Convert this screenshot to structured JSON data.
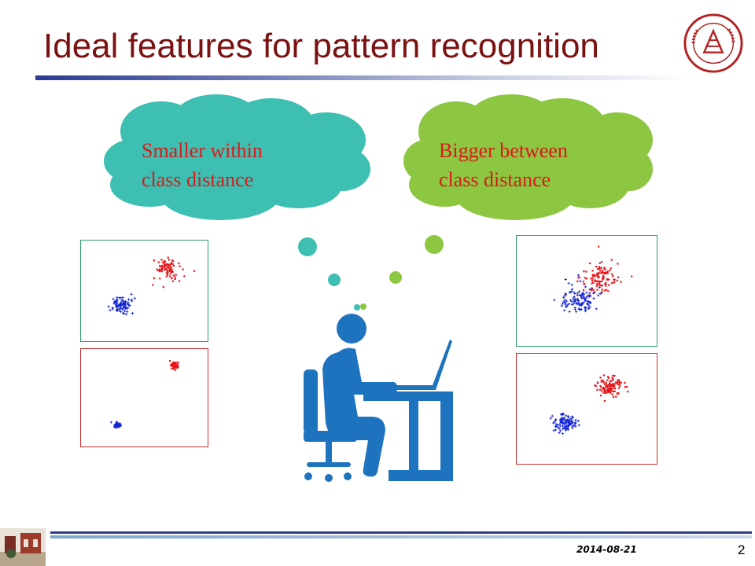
{
  "slide": {
    "title": "Ideal features for pattern recognition",
    "left_cloud": {
      "line1": "Smaller within",
      "line2": "class distance",
      "color": "#3dbfb2"
    },
    "right_cloud": {
      "line1": "Bigger between",
      "line2": "class distance",
      "color": "#8dc641"
    },
    "date": "2014-08-21",
    "page_number": "2"
  },
  "colors": {
    "title": "#7a1212",
    "cloud_text": "#d81b1b",
    "person_icon": "#1e73be",
    "class_a": "#e8161b",
    "class_b": "#1526d6",
    "box_green": "#2e9e6a",
    "box_red": "#c8302e"
  },
  "icons": {
    "logo": "university-seal-icon",
    "person": "person-at-laptop-icon",
    "footer": "campus-photo"
  },
  "chart_data": [
    {
      "type": "scatter",
      "panel": "top-left",
      "series": [
        {
          "center": [
            0.68,
            0.28
          ],
          "spread": 0.055,
          "count": 90,
          "marker": "dot"
        },
        {
          "center": [
            0.32,
            0.64
          ],
          "spread": 0.045,
          "count": 90,
          "marker": "plus"
        }
      ]
    },
    {
      "type": "scatter",
      "panel": "bottom-left",
      "series": [
        {
          "center": [
            0.74,
            0.17
          ],
          "spread": 0.014,
          "count": 70,
          "marker": "dot"
        },
        {
          "center": [
            0.29,
            0.78
          ],
          "spread": 0.012,
          "count": 70,
          "marker": "plus"
        }
      ]
    },
    {
      "type": "scatter",
      "panel": "top-right",
      "series": [
        {
          "center": [
            0.6,
            0.38
          ],
          "spread": 0.07,
          "count": 120,
          "marker": "dot"
        },
        {
          "center": [
            0.44,
            0.58
          ],
          "spread": 0.07,
          "count": 110,
          "marker": "plus"
        }
      ]
    },
    {
      "type": "scatter",
      "panel": "bottom-right",
      "series": [
        {
          "center": [
            0.67,
            0.3
          ],
          "spread": 0.045,
          "count": 110,
          "marker": "dot"
        },
        {
          "center": [
            0.34,
            0.63
          ],
          "spread": 0.04,
          "count": 100,
          "marker": "plus"
        }
      ]
    }
  ]
}
